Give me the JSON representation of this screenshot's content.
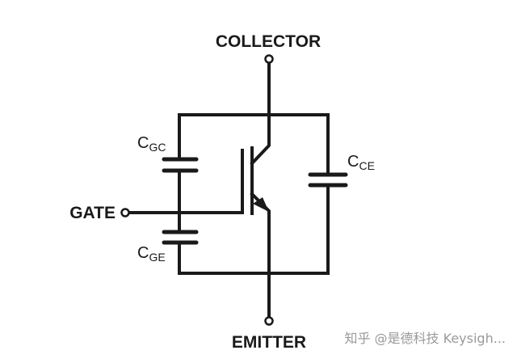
{
  "terminals": {
    "collector": "COLLECTOR",
    "emitter": "EMITTER",
    "gate": "GATE"
  },
  "capacitors": {
    "cgc": {
      "main": "C",
      "sub": "GC"
    },
    "cge": {
      "main": "C",
      "sub": "GE"
    },
    "cce": {
      "main": "C",
      "sub": "CE"
    }
  },
  "watermark": "知乎 @是德科技 Keysigh..."
}
